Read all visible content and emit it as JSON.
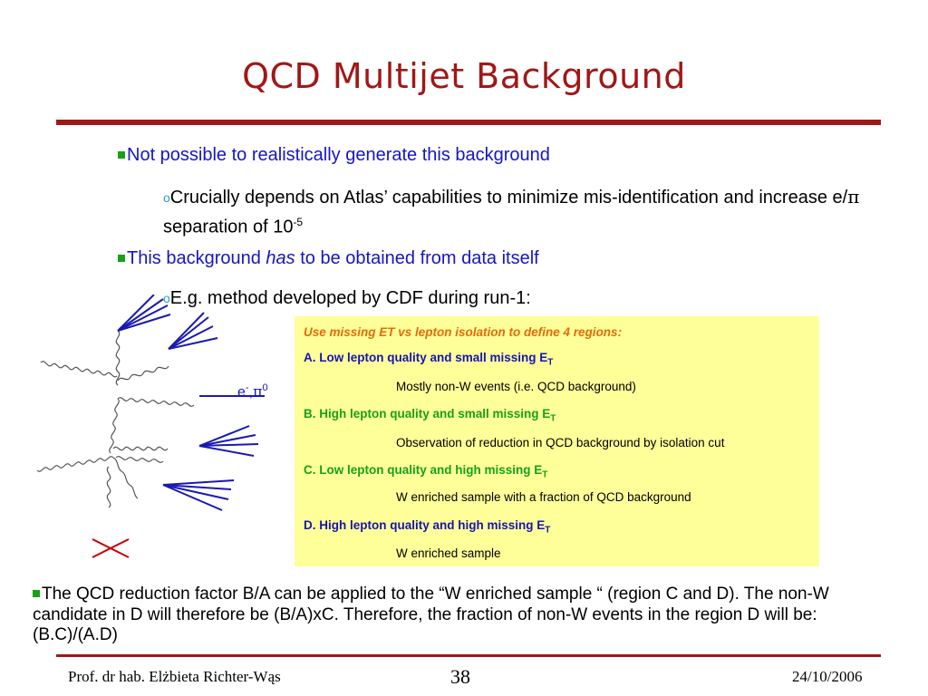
{
  "slide": {
    "title": "QCD Multijet Background",
    "bullets": {
      "b1": "Not possible to realistically generate this background",
      "b1_sub": "Crucially depends on Atlas’ capabilities to minimize mis-identification and increase e/",
      "b1_sub_pi": "π",
      "b1_sub_tail": " separation of 10",
      "b1_sub_exp": "-5",
      "b2_pre": "This background ",
      "b2_em": "has",
      "b2_post": " to be obtained from data itself",
      "b2_sub": "E.g. method developed by CDF during run-1:"
    },
    "box": {
      "header": "Use missing ET vs lepton isolation to define 4 regions:",
      "a_label": "A. Low lepton quality and small missing E",
      "a_desc": "Mostly non-W events (i.e. QCD background)",
      "b_label": "B. High lepton quality and small missing E",
      "b_desc": "Observation of reduction in QCD background by isolation cut",
      "c_label": "C. Low lepton quality and high missing E",
      "c_desc": "W enriched sample with a fraction of QCD background",
      "d_label": "D. High lepton quality and high missing E",
      "d_desc": "W enriched sample",
      "subscript": "T"
    },
    "diagram": {
      "label_e": "e",
      "label_e_sup": "-",
      "label_pi": "π",
      "label_pi_sup": "0"
    },
    "bottom": {
      "text": "The QCD reduction factor B/A can be applied to the “W enriched sample “ (region C and D). The non-W candidate in D will therefore be (B/A)xC. Therefore, the fraction of non-W events in the region D will be:  (B.C)/(A.D)"
    },
    "footer": {
      "author": "Prof. dr hab. Elżbieta Richter-Wąs",
      "page": "38",
      "date": "24/10/2006"
    }
  },
  "colors": {
    "title": "#a01818",
    "bullet_text": "#1515c8",
    "bullet_marker": "#18a018",
    "box_bg": "#ffff99",
    "box_header": "#e36c0a",
    "jets": "#1a1ab0",
    "cross": "#cc0000"
  },
  "icons": {
    "bullet": "square-bullet-icon",
    "sub_bullet": "circle-bullet-icon"
  }
}
